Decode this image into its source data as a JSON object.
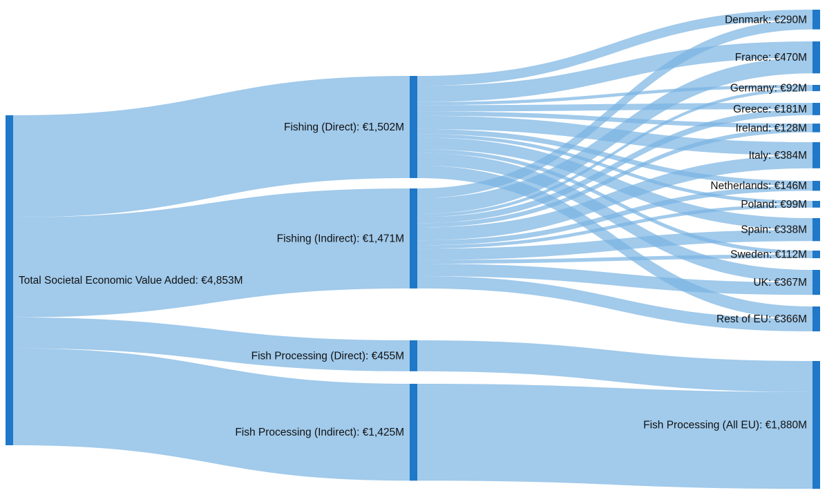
{
  "colors": {
    "node": "#1f78c8",
    "link": "#79b4e3"
  },
  "nodes": [
    {
      "id": "total",
      "label": "Total Societal Economic Value Added: €4,853M",
      "value": 4853
    },
    {
      "id": "fd",
      "label": "Fishing (Direct): €1,502M",
      "value": 1502
    },
    {
      "id": "fi",
      "label": "Fishing (Indirect): €1,471M",
      "value": 1471
    },
    {
      "id": "fpd",
      "label": "Fish Processing (Direct): €455M",
      "value": 455
    },
    {
      "id": "fpi",
      "label": "Fish Processing (Indirect): €1,425M",
      "value": 1425
    },
    {
      "id": "dk",
      "label": "Denmark: €290M",
      "value": 290
    },
    {
      "id": "fr",
      "label": "France: €470M",
      "value": 470
    },
    {
      "id": "de",
      "label": "Germany: €92M",
      "value": 92
    },
    {
      "id": "gr",
      "label": "Greece: €181M",
      "value": 181
    },
    {
      "id": "ie",
      "label": "Ireland: €128M",
      "value": 128
    },
    {
      "id": "it",
      "label": "Italy: €384M",
      "value": 384
    },
    {
      "id": "nl",
      "label": "Netherlands: €146M",
      "value": 146
    },
    {
      "id": "pl",
      "label": "Poland: €99M",
      "value": 99
    },
    {
      "id": "es",
      "label": "Spain: €338M",
      "value": 338
    },
    {
      "id": "se",
      "label": "Sweden: €112M",
      "value": 112
    },
    {
      "id": "uk",
      "label": "UK: €367M",
      "value": 367
    },
    {
      "id": "reu",
      "label": "Rest of EU: €366M",
      "value": 366
    },
    {
      "id": "fpall",
      "label": "Fish Processing (All EU): €1,880M",
      "value": 1880
    }
  ],
  "links": [
    [
      "total",
      "fd",
      1502
    ],
    [
      "total",
      "fi",
      1471
    ],
    [
      "total",
      "fpd",
      455
    ],
    [
      "total",
      "fpi",
      1425
    ],
    [
      "fd",
      "dk",
      146
    ],
    [
      "fd",
      "fr",
      238
    ],
    [
      "fd",
      "de",
      46
    ],
    [
      "fd",
      "gr",
      92
    ],
    [
      "fd",
      "ie",
      65
    ],
    [
      "fd",
      "it",
      194
    ],
    [
      "fd",
      "nl",
      74
    ],
    [
      "fd",
      "pl",
      50
    ],
    [
      "fd",
      "es",
      171
    ],
    [
      "fd",
      "se",
      57
    ],
    [
      "fd",
      "uk",
      185
    ],
    [
      "fd",
      "reu",
      184
    ],
    [
      "fi",
      "dk",
      144
    ],
    [
      "fi",
      "fr",
      232
    ],
    [
      "fi",
      "de",
      46
    ],
    [
      "fi",
      "gr",
      89
    ],
    [
      "fi",
      "ie",
      63
    ],
    [
      "fi",
      "it",
      190
    ],
    [
      "fi",
      "nl",
      72
    ],
    [
      "fi",
      "pl",
      49
    ],
    [
      "fi",
      "es",
      167
    ],
    [
      "fi",
      "se",
      55
    ],
    [
      "fi",
      "uk",
      182
    ],
    [
      "fi",
      "reu",
      182
    ],
    [
      "fpd",
      "fpall",
      455
    ],
    [
      "fpi",
      "fpall",
      1425
    ]
  ]
}
